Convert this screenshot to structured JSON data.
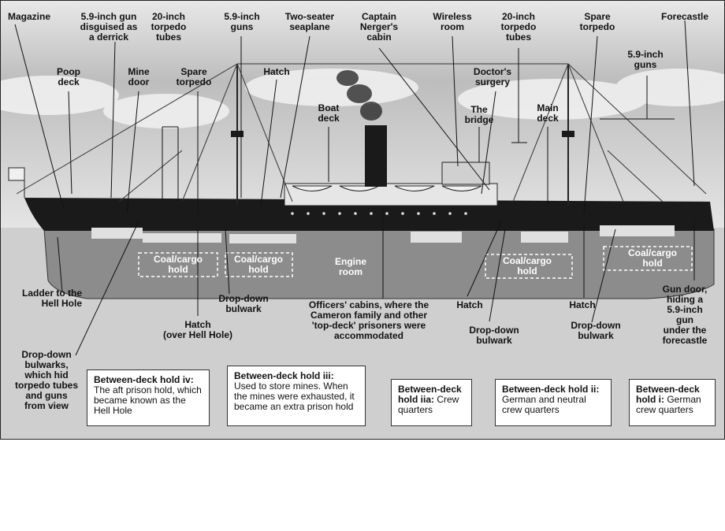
{
  "labels": {
    "magazine": "Magazine",
    "gun_derrick": "5.9-inch gun\ndisguised as\na derrick",
    "torpedo_tubes_aft": "20-inch\ntorpedo\ntubes",
    "guns_aft": "5.9-inch\nguns",
    "seaplane": "Two-seater\nseaplane",
    "captain_cabin": "Captain\nNerger's\ncabin",
    "wireless_room": "Wireless\nroom",
    "torpedo_tubes_fwd": "20-inch\ntorpedo\ntubes",
    "spare_torpedo_fwd": "Spare\ntorpedo",
    "forecastle": "Forecastle",
    "poop_deck": "Poop\ndeck",
    "mine_door": "Mine\ndoor",
    "spare_torpedo_aft": "Spare\ntorpedo",
    "hatch_top": "Hatch",
    "guns_fwd": "5.9-inch\nguns",
    "doctor_surgery": "Doctor's\nsurgery",
    "boat_deck": "Boat\ndeck",
    "bridge": "The\nbridge",
    "main_deck": "Main\ndeck",
    "ladder": "Ladder to the\nHell Hole",
    "dropdown_bulwark_aft": "Drop-down\nbulwark",
    "hatch_hell_hole": "Hatch\n(over Hell Hole)",
    "officers_cabins": "Officers' cabins, where the\nCameron family and other\n'top-deck' prisoners were\naccommodated",
    "hatch_mid": "Hatch",
    "dropdown_bulwark_mid": "Drop-down\nbulwark",
    "hatch_fwd": "Hatch",
    "dropdown_bulwark_fwd": "Drop-down\nbulwark",
    "gun_door": "Gun door,\nhiding a\n5.9-inch gun\nunder the\nforecastle",
    "dropdown_bulwarks_side": "Drop-down\nbulwarks,\nwhich hid\ntorpedo tubes\nand guns\nfrom view"
  },
  "holds": {
    "coal_aft": "Coal/cargo\nhold",
    "coal_mid": "Coal/cargo\nhold",
    "engine": "Engine\nroom",
    "coal_fwd1": "Coal/cargo\nhold",
    "coal_fwd2": "Coal/cargo\nhold"
  },
  "boxes": [
    {
      "title": "Between-deck hold iv:",
      "text": "The aft prison hold, which became known as the Hell Hole"
    },
    {
      "title": "Between-deck hold iii:",
      "text": "Used to store mines. When the mines were exhausted, it became an extra prison hold"
    },
    {
      "title": "Between-deck hold iia:",
      "text": "Crew quarters"
    },
    {
      "title": "Between-deck hold ii:",
      "text": "German and neutral crew quarters"
    },
    {
      "title": "Between-deck hold i:",
      "text": "German crew quarters"
    }
  ],
  "colors": {
    "sky": "#d9d9d9",
    "hull": "#1a1a1a",
    "water": "#8c8c8c",
    "hold_border": "#ffffff"
  }
}
